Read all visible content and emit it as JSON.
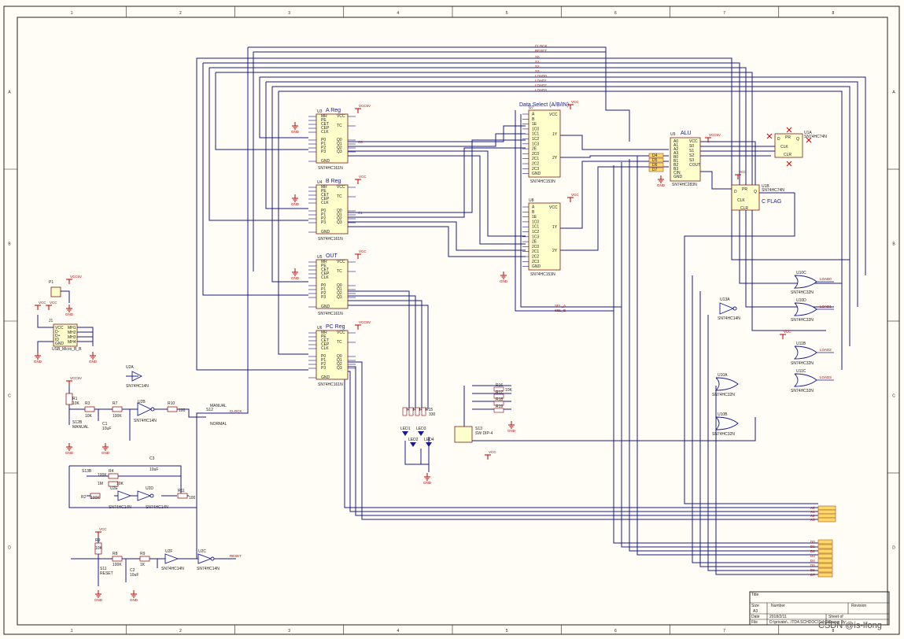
{
  "border": {
    "columns": [
      "1",
      "2",
      "3",
      "4",
      "5",
      "6",
      "7",
      "8"
    ],
    "rows": [
      "A",
      "B",
      "C",
      "D"
    ]
  },
  "registers": [
    {
      "title": "A Reg",
      "ref": "U3",
      "part": "SN74HC161N"
    },
    {
      "title": "B Reg",
      "ref": "U4",
      "part": "SN74HC161N"
    },
    {
      "title": "OUT",
      "ref": "U5",
      "part": "SN74HC161N"
    },
    {
      "title": "PC Reg",
      "ref": "U6",
      "part": "SN74HC161N"
    }
  ],
  "reg_pins": [
    "MR",
    "PE",
    "CET",
    "CEP",
    "CLK",
    "P0",
    "P1",
    "P2",
    "P3",
    "GND",
    "VCC",
    "TC",
    "Q0",
    "Q1",
    "Q2",
    "Q3"
  ],
  "mux": {
    "title": "Data Select (A/B/IN)",
    "ref_a": "U7",
    "ref_b": "U8",
    "part": "SN74HC153N"
  },
  "mux_pins": [
    "A",
    "B",
    "1E",
    "1C0",
    "1C1",
    "1C2",
    "1C3",
    "2E",
    "2C0",
    "2C1",
    "2C2",
    "2C3",
    "GND",
    "VCC",
    "1Y",
    "2Y"
  ],
  "alu": {
    "title": "ALU",
    "ref": "U9",
    "part": "SN74HC283N"
  },
  "alu_pins": [
    "A0",
    "A1",
    "A2",
    "A3",
    "B0",
    "B1",
    "B2",
    "B3",
    "CIN",
    "GND",
    "VCC",
    "S0",
    "S1",
    "S2",
    "S3",
    "COUT"
  ],
  "cflag": {
    "title": "C FLAG",
    "ref": "U1B",
    "part": "SN74HC74N"
  },
  "ff_a": {
    "ref": "U1A",
    "part": "SN74HC74N"
  },
  "ff_pins": [
    "D",
    "CLK",
    "PR",
    "CLR",
    "Q",
    "Q"
  ],
  "power": {
    "vcc": "VCC",
    "vcc5": "VCC5V",
    "gnd": "GND"
  },
  "nets": {
    "clock": "CLOCK",
    "reset": "RESET",
    "sel": [
      "S0",
      "S1",
      "S2",
      "S3"
    ],
    "loads": [
      "LOAD0",
      "LOAD1",
      "LOAD2",
      "LOAD3"
    ],
    "sel_ab": [
      "SEL_A",
      "SEL_B"
    ],
    "c_nets": [
      "C0",
      "C1"
    ]
  },
  "usb": {
    "ref": "P1",
    "conn_ref": "J1",
    "name": "USB_Micro_B_B",
    "pins": [
      "VCC",
      "D-",
      "D+",
      "ID",
      "GND",
      "MH1",
      "MH2",
      "MH3",
      "MH4"
    ]
  },
  "inverter_single": {
    "ref": "U2A",
    "part": "SN74HC14N"
  },
  "clock_section": {
    "button": "S12B",
    "button_label": "MANUAL",
    "r1": "R1",
    "r1_val": "10K",
    "r3": "R3",
    "r3_val": "10K",
    "r7": "R7",
    "r7_val": "100K",
    "c1": "C1",
    "c1_val": "10uF",
    "schmitt": "U2B",
    "schmitt_part": "SN74HC14N",
    "r10": "R10",
    "r10_val": "100",
    "switch": "S12",
    "switch_labels": [
      "MANUAL",
      "NORMAL"
    ]
  },
  "osc_section": {
    "switch": "S13B",
    "r4": "R4",
    "r4_val": "100K",
    "r5": "R5",
    "r5_val": "10K",
    "r6": "R6",
    "r6_val": "1M",
    "r2": "R2",
    "r2_val": "100K",
    "c3": "C3",
    "c3_val": "10uF",
    "u2e": "U2E",
    "u2d": "U2D",
    "part": "SN74HC14N",
    "r11": "R11",
    "r11_val": "100"
  },
  "reset_section": {
    "r_top": "R9",
    "r_top_val": "10K",
    "r8": "R8",
    "r8_val": "100K",
    "r9b": "R9",
    "r9b_val": "1K",
    "c2": "C2",
    "c2_val": "10uF",
    "button": "S11",
    "button_label": "RESET",
    "u2f": "U2F",
    "u2c": "U2C",
    "part": "SN74HC14N"
  },
  "led_block": {
    "resistors": [
      "R12",
      "R13",
      "R14",
      "R15"
    ],
    "res_val": "330",
    "leds": [
      "LED1",
      "LED2",
      "LED3",
      "LED4"
    ]
  },
  "dip_block": {
    "ref": "S13",
    "name": "SW DIP-4",
    "resistors": [
      "R16",
      "R17",
      "R18",
      "R19"
    ],
    "res_val": "10K"
  },
  "decoder_gates": [
    {
      "ref": "U10C",
      "part": "SN74HC32N",
      "net": "LOAD0"
    },
    {
      "ref": "U10D",
      "part": "SN74HC32N",
      "net": "LOAD1"
    },
    {
      "ref": "U11B",
      "part": "SN74HC32N",
      "net": "LOAD2"
    },
    {
      "ref": "U11C",
      "part": "SN74HC32N",
      "net": "LOAD3"
    },
    {
      "ref": "U10A",
      "part": "SN74HC32N"
    },
    {
      "ref": "U10B",
      "part": "SN74HC32N"
    },
    {
      "ref": "U13A",
      "part": "SN74HC14N"
    }
  ],
  "bus_in_a": [
    "A0",
    "A1",
    "A2",
    "A3"
  ],
  "bus_in_d": [
    "D0",
    "D1",
    "D2",
    "D3",
    "D4",
    "D5",
    "D6",
    "D7"
  ],
  "alu_port": [
    "D4",
    "D5",
    "D6",
    "D7"
  ],
  "title_block": {
    "title": "Title",
    "size_label": "Size",
    "size": "A3",
    "number_label": "Number",
    "revision_label": "Revision",
    "date_label": "Date",
    "date": "2018/2/11",
    "file_label": "File",
    "file": "D:\\private\\...\\TD4.SCHDOC\\SchDoc",
    "sheet_label": "Sheet   of",
    "drawn_label": "Drawn By:"
  },
  "watermark": "CSDN @is-lfong"
}
